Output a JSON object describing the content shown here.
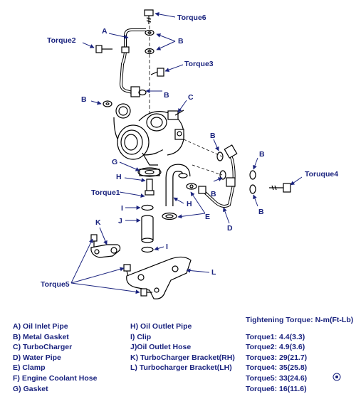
{
  "callouts": {
    "torque6": "Torque6",
    "torque2": "Torque2",
    "torque3": "Torque3",
    "torque1": "Torque1",
    "torque5": "Torque5",
    "torquque4": "Toruque4",
    "a": "A",
    "b": "B",
    "c": "C",
    "d": "D",
    "e": "E",
    "g": "G",
    "h": "H",
    "i": "I",
    "j": "J",
    "k": "K",
    "l": "L"
  },
  "legend_left": [
    "A) Oil Inlet Pipe",
    "B) Metal Gasket",
    "C) TurboCharger",
    "D) Water Pipe",
    "E) Clamp",
    "F) Engine Coolant Hose",
    "G) Gasket"
  ],
  "legend_mid": [
    "H) Oil Outlet Pipe",
    "I) Clip",
    "J)Oil Outlet Hose",
    "K) TurboCharger Bracket(RH)",
    "L) Turbocharger Bracket(LH)"
  ],
  "torque_heading": "Tightening Torque: N-m(Ft-Lb)",
  "torque_specs": [
    "Torque1: 4.4(3.3)",
    "Torque2: 4.9(3.6)",
    "Torque3: 29(21.7)",
    "Torque4: 35(25.8)",
    "Torque5: 33(24.6)",
    "Torque6: 16(11.6)"
  ],
  "colors": {
    "text": "#1a237e",
    "line": "#000000",
    "arrow": "#1a237e"
  }
}
